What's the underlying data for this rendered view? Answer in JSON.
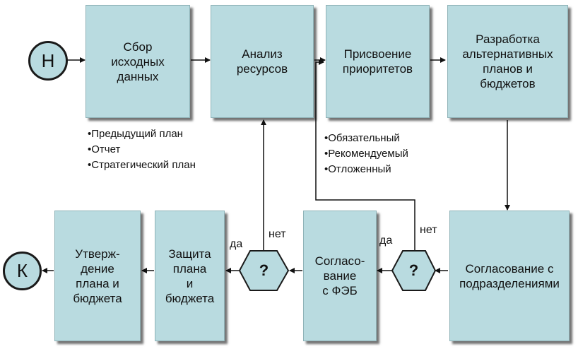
{
  "start_node": "Н",
  "end_node": "К",
  "boxes": {
    "collect": "Сбор\nисходных\nданных",
    "analyze": "Анализ\nресурсов",
    "priority": "Присвоение\nприоритетов",
    "develop": "Разработка\nальтернативных\nпланов и\nбюджетов",
    "dept_agree": "Согласование с\nподразделениями",
    "feb_agree": "Согласо-\nвание\nс ФЭБ",
    "defend": "Защита\nплана\nи\nбюджета",
    "approve": "Утверж-\nдение\nплана и\nбюджета"
  },
  "decisions": [
    "?",
    "?"
  ],
  "inputs_list": [
    "•Предыдущий план",
    "•Отчет",
    "•Стратегический план"
  ],
  "priority_list": [
    "•Обязательный",
    "•Рекомендуемый",
    "•Отложенный"
  ],
  "edge_labels": {
    "d1_yes": "да",
    "d1_no": "нет",
    "d2_yes": "да",
    "d2_no": "нет"
  }
}
